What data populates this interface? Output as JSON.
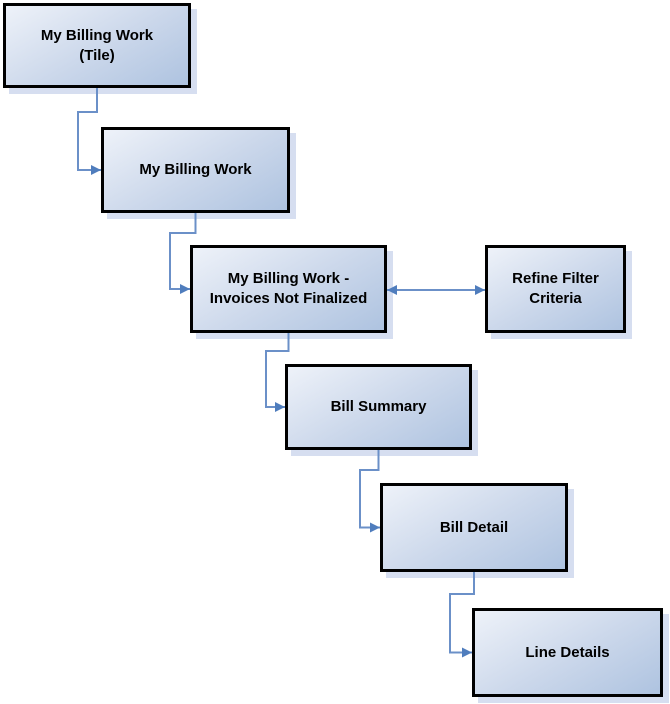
{
  "diagram": {
    "type": "flowchart",
    "background": "#ffffff",
    "colors": {
      "box_border": "#000000",
      "box_fill_light": "#eef2f9",
      "box_fill_dark": "#aec3e0",
      "box_shadow": "#d6def0",
      "connector_line": "#6b90c8",
      "arrowhead": "#4f7dbd",
      "text": "#000000"
    },
    "nodes": [
      {
        "id": "billing-tile",
        "label": "My Billing Work\n(Tile)"
      },
      {
        "id": "my-billing-work",
        "label": "My Billing Work"
      },
      {
        "id": "invoices-not-finalized",
        "label": "My Billing Work -\nInvoices Not Finalized"
      },
      {
        "id": "refine-filter-criteria",
        "label": "Refine Filter\nCriteria"
      },
      {
        "id": "bill-summary",
        "label": "Bill Summary"
      },
      {
        "id": "bill-detail",
        "label": "Bill Detail"
      },
      {
        "id": "line-details",
        "label": "Line Details"
      }
    ],
    "edges": [
      {
        "from": "billing-tile",
        "to": "my-billing-work",
        "direction": "one-way"
      },
      {
        "from": "my-billing-work",
        "to": "invoices-not-finalized",
        "direction": "one-way"
      },
      {
        "from": "invoices-not-finalized",
        "to": "refine-filter-criteria",
        "direction": "two-way"
      },
      {
        "from": "invoices-not-finalized",
        "to": "bill-summary",
        "direction": "one-way"
      },
      {
        "from": "bill-summary",
        "to": "bill-detail",
        "direction": "one-way"
      },
      {
        "from": "bill-detail",
        "to": "line-details",
        "direction": "one-way"
      }
    ]
  }
}
